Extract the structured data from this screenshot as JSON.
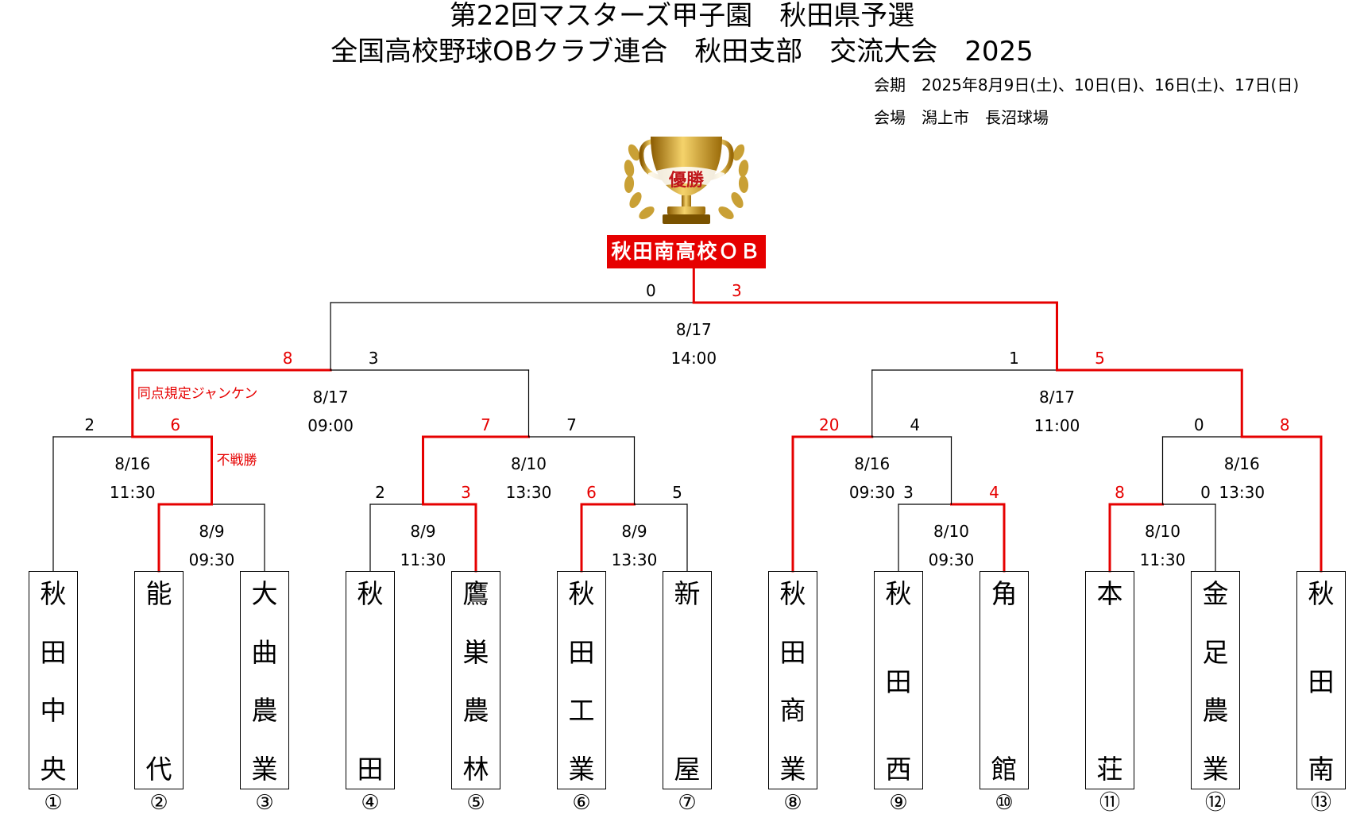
{
  "header": {
    "title_line1": "第22回マスターズ甲子園　秋田県予選",
    "title_line2": "全国高校野球OBクラブ連合　秋田支部　交流大会　2025",
    "period": "会期　2025年8月9日(土)、10日(日)、16日(土)、17日(日)",
    "venue": "会場　潟上市　長沼球場"
  },
  "champion": {
    "label": "秋田南高校ＯＢ",
    "trophy_text": "優勝",
    "trophy_colors": {
      "gold": "#d4a017",
      "ribbon": "#c0161b"
    }
  },
  "colors": {
    "winner_line": "#e60000",
    "line": "#000000",
    "champion_bg": "#e60000"
  },
  "teams": [
    {
      "name": "秋田中央",
      "num": "①"
    },
    {
      "name": "能代",
      "num": "②"
    },
    {
      "name": "大曲農業",
      "num": "③"
    },
    {
      "name": "秋田",
      "num": "④"
    },
    {
      "name": "鷹巣農林",
      "num": "⑤"
    },
    {
      "name": "秋田工業",
      "num": "⑥"
    },
    {
      "name": "新屋",
      "num": "⑦"
    },
    {
      "name": "秋田商業",
      "num": "⑧"
    },
    {
      "name": "秋田西",
      "num": "⑨"
    },
    {
      "name": "角館",
      "num": "⑩"
    },
    {
      "name": "本荘",
      "num": "⑪"
    },
    {
      "name": "金足農業",
      "num": "⑫"
    },
    {
      "name": "秋田南",
      "num": "⑬"
    }
  ],
  "matches": {
    "m1": {
      "date": "8/9",
      "time": "09:30",
      "score_left": "",
      "score_right": ""
    },
    "m2": {
      "date": "8/9",
      "time": "11:30",
      "score_left": "2",
      "score_right": "3"
    },
    "m3": {
      "date": "8/9",
      "time": "13:30",
      "score_left": "6",
      "score_right": "5"
    },
    "m4": {
      "date": "8/10",
      "time": "09:30",
      "score_left": "3",
      "score_right": "4"
    },
    "m5": {
      "date": "8/10",
      "time": "11:30",
      "score_left": "8",
      "score_right": "0"
    },
    "m6": {
      "date": "8/16",
      "time": "11:30",
      "score_left": "2",
      "score_right": "6",
      "note": "不戦勝"
    },
    "m7": {
      "date": "8/10",
      "time": "13:30",
      "score_left": "7",
      "score_right": "7"
    },
    "m8": {
      "date": "8/16",
      "time": "09:30",
      "score_left": "20",
      "score_right": "4"
    },
    "m9": {
      "date": "8/16",
      "time": "13:30",
      "score_left": "0",
      "score_right": "8"
    },
    "m10": {
      "date": "8/17",
      "time": "09:00",
      "score_left": "8",
      "score_right": "3",
      "note": "同点規定ジャンケン"
    },
    "m11": {
      "date": "8/17",
      "time": "11:00",
      "score_left": "1",
      "score_right": "5"
    },
    "m12": {
      "date": "8/17",
      "time": "14:00",
      "score_left": "0",
      "score_right": "3"
    }
  }
}
